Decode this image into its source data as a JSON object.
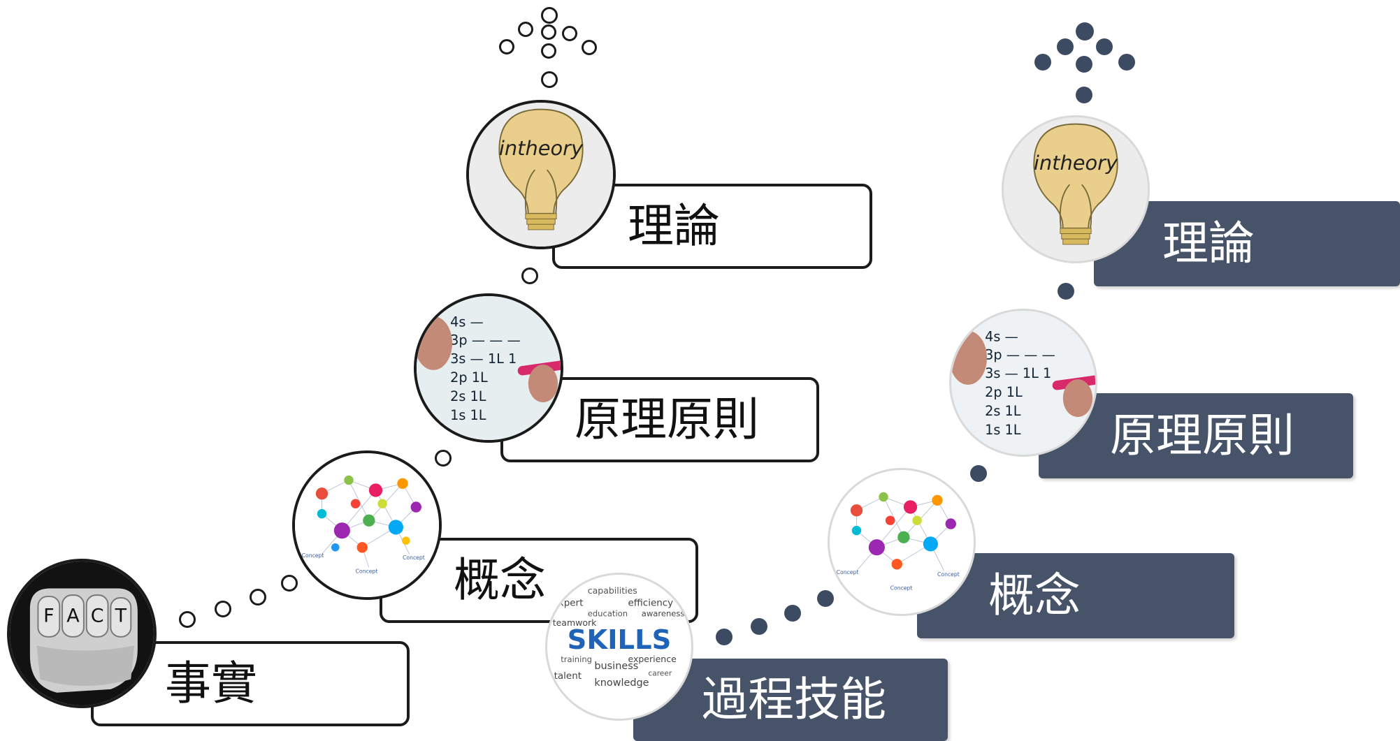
{
  "left_ladder": {
    "steps": [
      {
        "label": "事實"
      },
      {
        "label": "概念"
      },
      {
        "label": "原理原則"
      },
      {
        "label": "理論"
      }
    ]
  },
  "right_ladder": {
    "steps": [
      {
        "label": "過程技能"
      },
      {
        "label": "概念"
      },
      {
        "label": "原理原則"
      },
      {
        "label": "理論"
      }
    ]
  },
  "images": {
    "fact_letters": [
      "F",
      "A",
      "C",
      "T"
    ],
    "theory_script": "intheory",
    "skills_word": "SKILLS",
    "skills_cloud": [
      "capabilities",
      "expert",
      "efficiency",
      "education",
      "awareness",
      "teamwork",
      "training",
      "business",
      "experience",
      "talent",
      "knowledge",
      "career"
    ],
    "notes_lines": [
      "4s —",
      "3p — — —",
      "3s —  1L 1",
      "2p  1L",
      "2s  1L",
      "1s  1L"
    ],
    "concept_labels": [
      "Concept",
      "Concept",
      "Concept"
    ]
  },
  "colors": {
    "outline": "#1b1b1b",
    "navy": "#465368",
    "dot": "#3d4b62",
    "bulb": "#e9cf8b",
    "marker": "#d8296b"
  },
  "icons": {
    "left_thought_bubbles": "thought-bubble-rings",
    "right_thought_bubbles": "thought-bubble-dots"
  }
}
